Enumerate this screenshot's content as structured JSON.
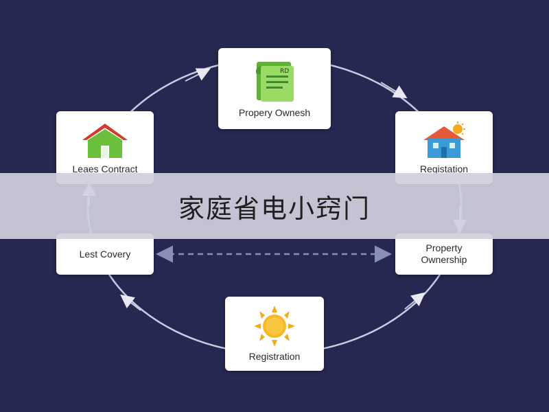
{
  "banner": {
    "title": "家庭省电小窍门"
  },
  "nodes": [
    {
      "id": "top",
      "label": "Propery Ownesh",
      "icon": "document-icon"
    },
    {
      "id": "right-upper",
      "label": "Registation",
      "icon": "house-sun-icon"
    },
    {
      "id": "right-lower",
      "label": "Property Ownership",
      "icon": ""
    },
    {
      "id": "bottom",
      "label": "Registration",
      "icon": "sun-icon"
    },
    {
      "id": "left-lower",
      "label": "Lest Covery",
      "icon": ""
    },
    {
      "id": "left-upper",
      "label": "Leaes Contract",
      "icon": "house-icon"
    }
  ],
  "colors": {
    "background": "#262852",
    "card": "#ffffff",
    "ring": "#c9cbe0",
    "dashed_arrow": "#8a8fb8",
    "house_roof": "#d43a2b",
    "house_body": "#6cbf3c",
    "document": "#7cc94a",
    "sun": "#f5a91c",
    "house_blue": "#3a9bd6"
  }
}
